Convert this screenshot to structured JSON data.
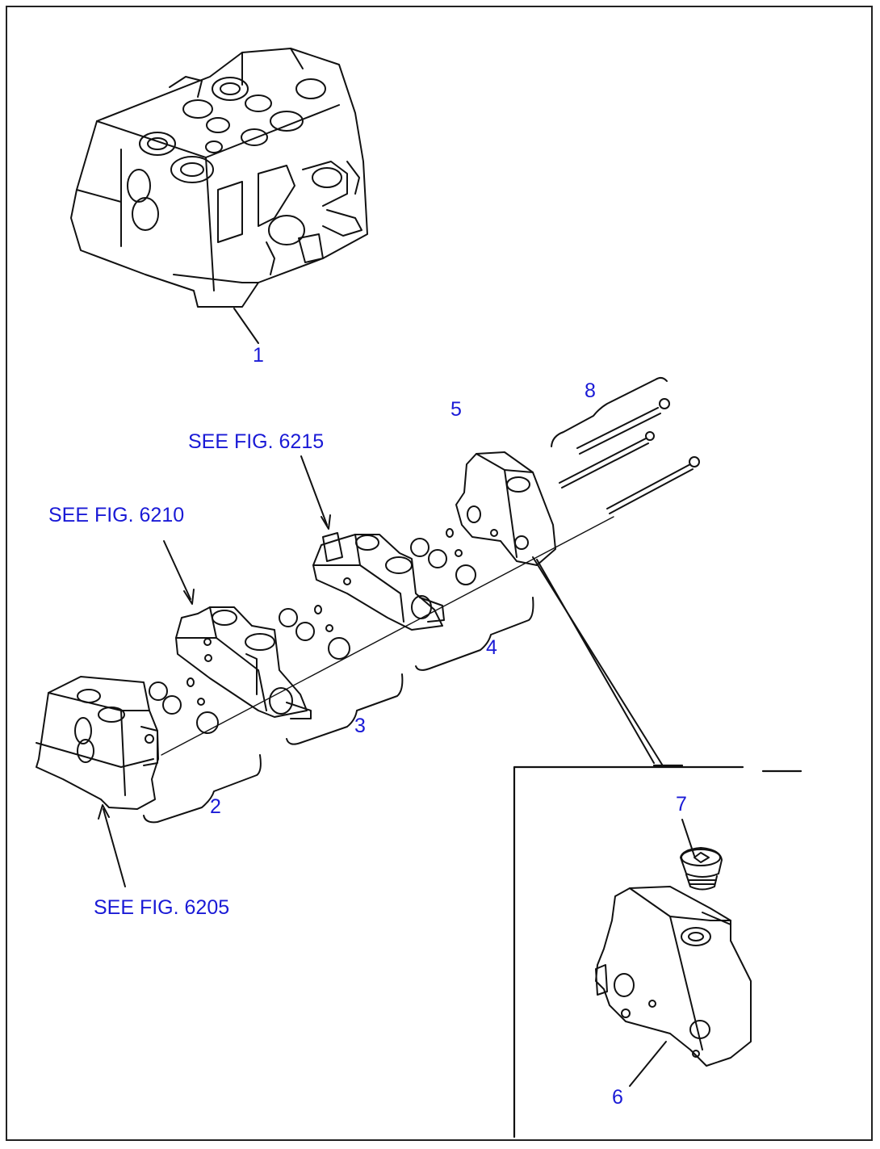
{
  "callouts": {
    "p1": "1",
    "p2": "2",
    "p3": "3",
    "p4": "4",
    "p5": "5",
    "p6": "6",
    "p7": "7",
    "p8": "8"
  },
  "references": {
    "fig_6215": "SEE FIG. 6215",
    "fig_6210": "SEE FIG. 6210",
    "fig_6205": "SEE FIG. 6205"
  },
  "colors": {
    "label": "#1a1ad6",
    "line": "#111111"
  }
}
